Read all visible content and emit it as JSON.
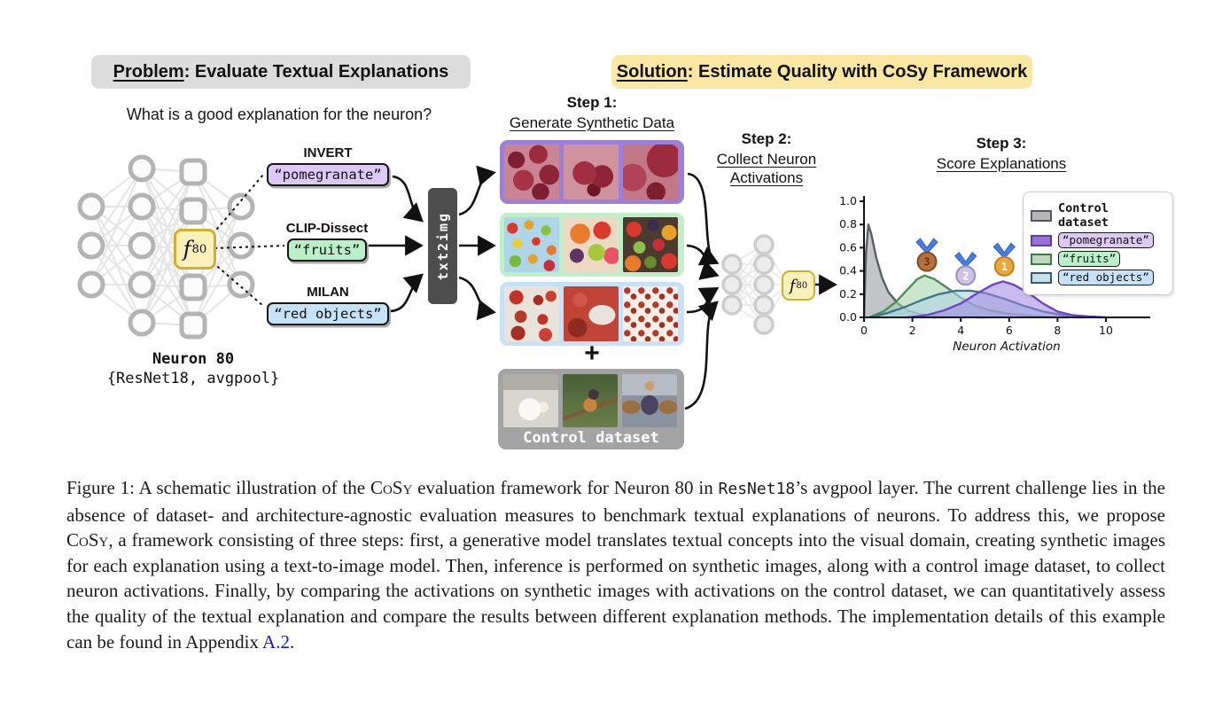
{
  "problem": {
    "header_underlined": "Problem",
    "header_rest": ": Evaluate Textual Explanations",
    "question": "What is a good explanation for the neuron?",
    "neuron_name": "Neuron 80",
    "neuron_location": "{ResNet18, avgpool}",
    "f_main": "f",
    "f_sub": "80"
  },
  "solution": {
    "header_underlined": "Solution",
    "header_rest": ": Estimate Quality with CoSy Framework"
  },
  "methods": [
    {
      "name": "INVERT",
      "concept": "“pomegranate”"
    },
    {
      "name": "CLIP-Dissect",
      "concept": "“fruits”"
    },
    {
      "name": "MILAN",
      "concept": "“red objects”"
    }
  ],
  "txt2img": {
    "label": "txt2img"
  },
  "steps": {
    "step1_title": "Step 1:",
    "step1_subtitle": "Generate Synthetic Data",
    "step2_title": "Step 2:",
    "step2_subtitle_line1": "Collect Neuron",
    "step2_subtitle_line2": "Activations",
    "step3_title": "Step 3:",
    "step3_subtitle": "Score Explanations"
  },
  "plus": "+",
  "control": {
    "label": "Control dataset"
  },
  "colors": {
    "problem_header_bg": "#dcdcdc",
    "solution_header_bg": "#f9e7a2",
    "invert_box_bg": "#ddc8f8",
    "clip_box_bg": "#b9efc9",
    "milan_box_bg": "#c6e2f8",
    "neuron_badge_bg": "#f9f0bb",
    "neuron_badge_border": "#d2ae2a",
    "txt2img_bg": "#4d4d4d",
    "row_frame_purple": "#9c7fd6",
    "row_frame_green": "#bfeec9",
    "row_frame_blue": "#c7e2f8",
    "control_bg": "#a3a3a3",
    "link_color": "#1414e6"
  },
  "chart_data": {
    "type": "area",
    "xlabel": "Neuron Activation",
    "xlim": [
      0,
      11.8
    ],
    "ylim": [
      0,
      1.0
    ],
    "xticks": [
      "0",
      "2",
      "4",
      "6",
      "8",
      "10"
    ],
    "yticks": [
      "0.0",
      "0.2",
      "0.4",
      "0.6",
      "0.8",
      "1.0"
    ],
    "grid": false,
    "legend_position": "top-right",
    "series": [
      {
        "name": "Control dataset",
        "stroke": "#5a5f63",
        "fill": "#9aa0a5",
        "fill_opacity": 0.6,
        "points": [
          [
            0,
            0
          ],
          [
            0.08,
            0.55
          ],
          [
            0.18,
            0.8
          ],
          [
            0.3,
            0.72
          ],
          [
            0.5,
            0.52
          ],
          [
            0.75,
            0.34
          ],
          [
            1.0,
            0.22
          ],
          [
            1.4,
            0.12
          ],
          [
            1.8,
            0.06
          ],
          [
            2.3,
            0.03
          ],
          [
            3.0,
            0.012
          ],
          [
            4.0,
            0.004
          ],
          [
            5.0,
            0
          ]
        ]
      },
      {
        "name": "“fruits”",
        "stroke": "#4e8d57",
        "fill": "#9ed2a4",
        "fill_opacity": 0.55,
        "points": [
          [
            0.2,
            0
          ],
          [
            0.8,
            0.05
          ],
          [
            1.3,
            0.13
          ],
          [
            1.8,
            0.24
          ],
          [
            2.2,
            0.33
          ],
          [
            2.5,
            0.36
          ],
          [
            2.9,
            0.33
          ],
          [
            3.4,
            0.26
          ],
          [
            4.0,
            0.17
          ],
          [
            4.6,
            0.1
          ],
          [
            5.2,
            0.06
          ],
          [
            6.0,
            0.03
          ],
          [
            7.0,
            0.012
          ],
          [
            8.0,
            0
          ]
        ]
      },
      {
        "name": "“red objects”",
        "stroke": "#41748c",
        "fill": "#aed6e4",
        "fill_opacity": 0.6,
        "points": [
          [
            0.3,
            0
          ],
          [
            1.0,
            0.04
          ],
          [
            1.7,
            0.09
          ],
          [
            2.4,
            0.15
          ],
          [
            3.1,
            0.2
          ],
          [
            3.8,
            0.23
          ],
          [
            4.4,
            0.23
          ],
          [
            5.0,
            0.21
          ],
          [
            5.8,
            0.16
          ],
          [
            6.6,
            0.1
          ],
          [
            7.4,
            0.05
          ],
          [
            8.2,
            0.02
          ],
          [
            9.0,
            0.008
          ],
          [
            9.8,
            0
          ]
        ]
      },
      {
        "name": "“pomegranate”",
        "stroke": "#6f45c4",
        "fill": "#9f84e0",
        "fill_opacity": 0.55,
        "points": [
          [
            1.8,
            0
          ],
          [
            2.6,
            0.02
          ],
          [
            3.3,
            0.06
          ],
          [
            4.0,
            0.12
          ],
          [
            4.7,
            0.21
          ],
          [
            5.3,
            0.28
          ],
          [
            5.75,
            0.31
          ],
          [
            6.2,
            0.28
          ],
          [
            6.8,
            0.21
          ],
          [
            7.4,
            0.12
          ],
          [
            8.0,
            0.05
          ],
          [
            8.6,
            0.02
          ],
          [
            9.3,
            0.008
          ],
          [
            10.0,
            0
          ]
        ]
      }
    ],
    "medals": [
      {
        "rank": "3",
        "x": 2.6,
        "y": 0.48,
        "fill": "#b5713f",
        "stroke": "#85481f",
        "num_color": "#6e2f12",
        "ribbon": "#4a7de0"
      },
      {
        "rank": "2",
        "x": 4.2,
        "y": 0.36,
        "fill": "#cdc2e2",
        "stroke": "#9a8fb8",
        "num_color": "#ffffff",
        "ribbon": "#4a7de0"
      },
      {
        "rank": "1",
        "x": 5.8,
        "y": 0.44,
        "fill": "#eca63e",
        "stroke": "#bf7e18",
        "num_color": "#ffffff",
        "ribbon": "#4a7de0"
      }
    ],
    "legend": {
      "entries": [
        {
          "label": "Control dataset",
          "swatch_fill": "#b4b8bc",
          "swatch_stroke": "#54585c",
          "boxed": false,
          "box_bg": ""
        },
        {
          "label": "“pomegranate”",
          "swatch_fill": "#9a70d8",
          "swatch_stroke": "#5d3da2",
          "boxed": true,
          "box_bg": "#ddc8f8"
        },
        {
          "label": "“fruits”",
          "swatch_fill": "#bcd9bd",
          "swatch_stroke": "#3e7a47",
          "boxed": true,
          "box_bg": "#b9efc9"
        },
        {
          "label": "“red objects”",
          "swatch_fill": "#ccdfe6",
          "swatch_stroke": "#2e5d6f",
          "boxed": true,
          "box_bg": "#c6e2f8"
        }
      ]
    }
  },
  "caption": {
    "segments": [
      {
        "text": "Figure 1: A schematic illustration of the ",
        "style": "plain"
      },
      {
        "text": "CoSy",
        "style": "smallcaps"
      },
      {
        "text": " evaluation framework for Neuron 80 in ",
        "style": "plain"
      },
      {
        "text": "ResNet18",
        "style": "mono"
      },
      {
        "text": "’s avgpool layer. The current challenge lies in the absence of dataset- and architecture-agnostic evaluation measures to benchmark textual explanations of neurons. To address this, we propose ",
        "style": "plain"
      },
      {
        "text": "CoSy",
        "style": "smallcaps"
      },
      {
        "text": ", a framework consisting of three steps: first, a generative model translates textual concepts into the visual domain, creating synthetic images for each explanation using a text-to-image model. Then, inference is performed on synthetic images, along with a control image dataset, to collect neuron activations. Finally, by comparing the activations on synthetic images with activations on the control dataset, we can quantitatively assess the quality of the textual explanation and compare the results between different explanation methods. The implementation details of this example can be found in Appendix ",
        "style": "plain"
      },
      {
        "text": "A.2",
        "style": "link"
      },
      {
        "text": ".",
        "style": "plain"
      }
    ]
  }
}
